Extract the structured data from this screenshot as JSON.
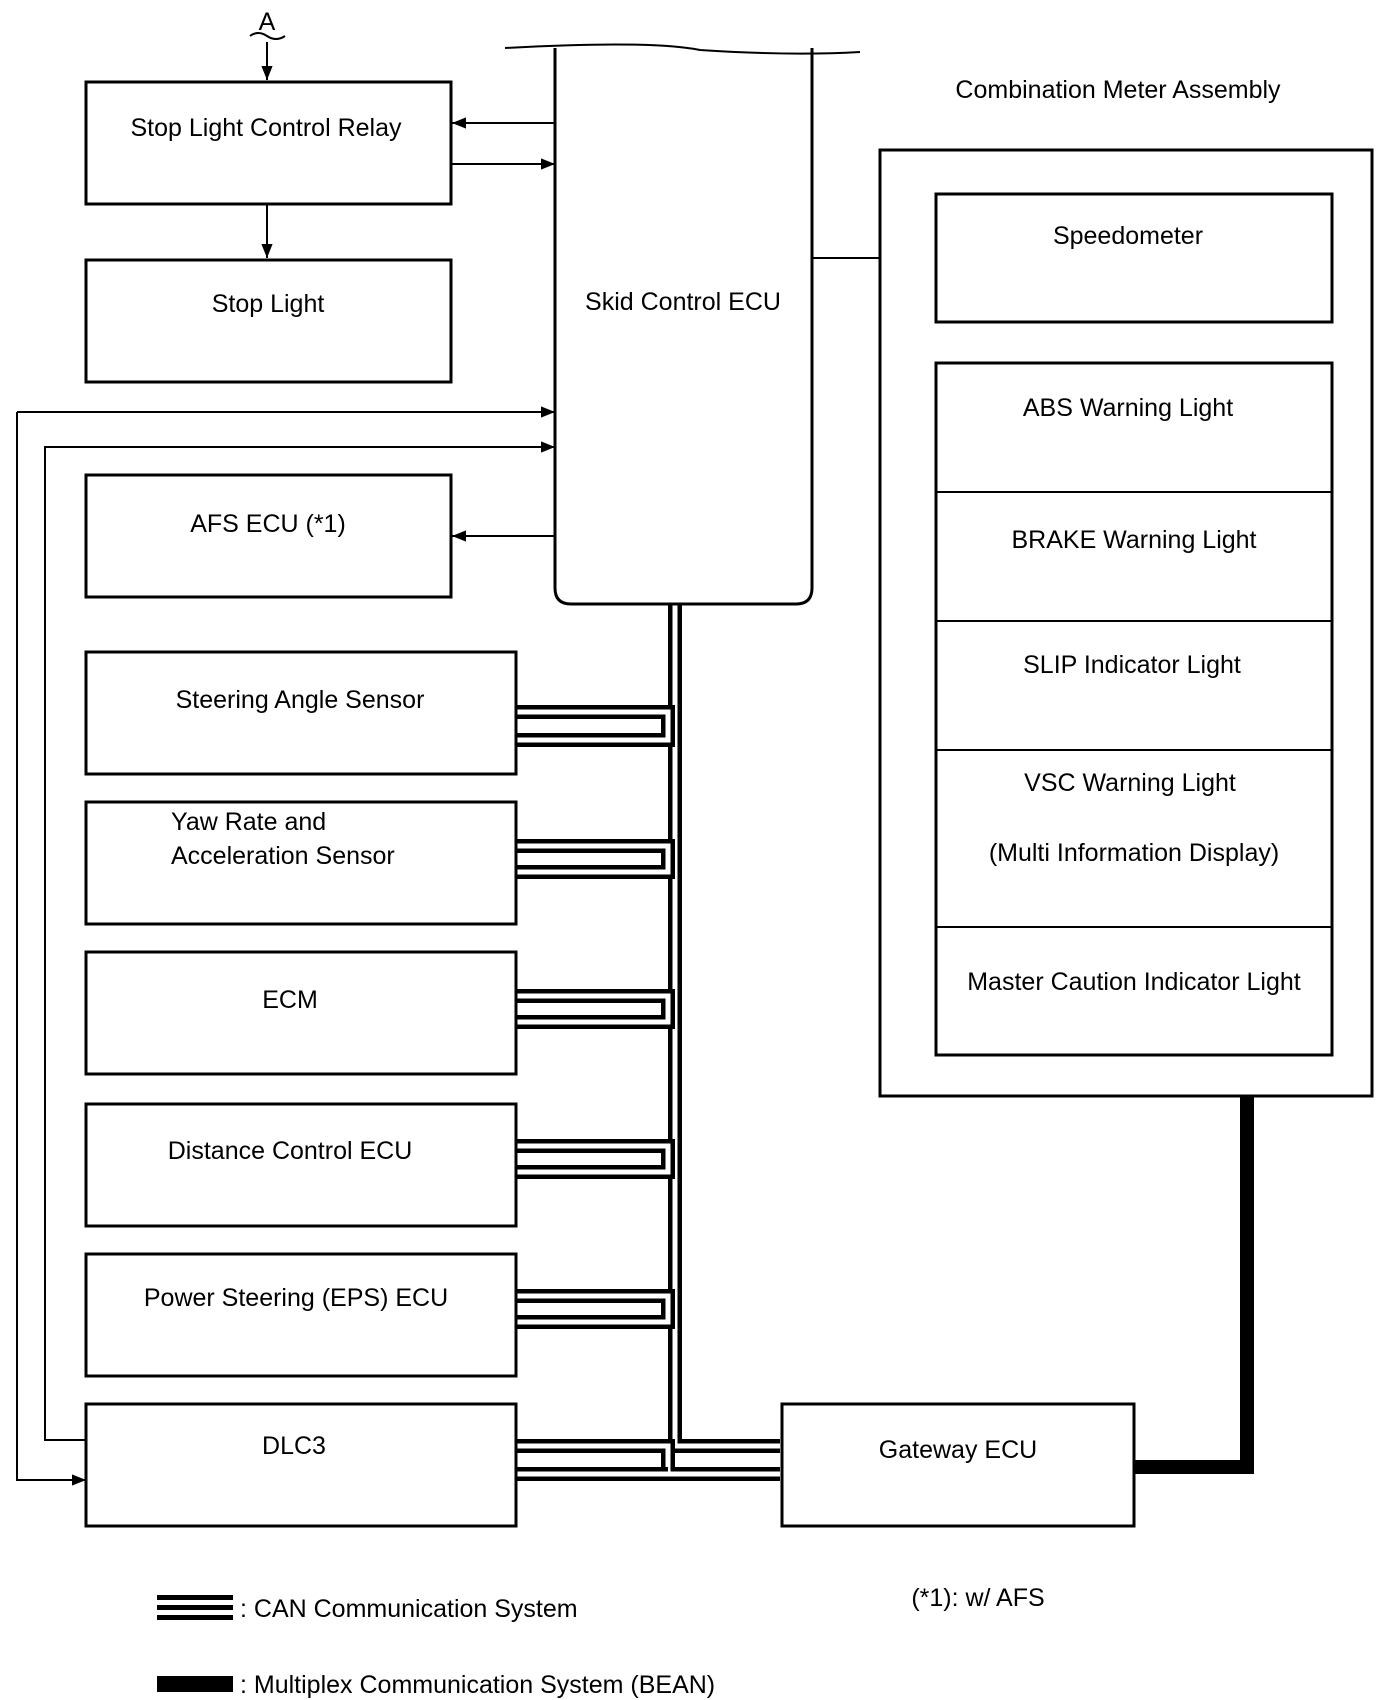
{
  "diagram": {
    "connector_label": "A",
    "combination_meter_title": "Combination Meter Assembly",
    "footnote": "(*1): w/ AFS",
    "boxes": {
      "stop_light_control_relay": "Stop Light Control Relay",
      "stop_light": "Stop Light",
      "afs_ecu": "AFS ECU (*1)",
      "skid_control_ecu": "Skid Control ECU",
      "steering_angle_sensor": "Steering Angle Sensor",
      "yaw_rate_line1": "Yaw Rate and",
      "yaw_rate_line2": "Acceleration Sensor",
      "ecm": "ECM",
      "distance_control_ecu": "Distance Control ECU",
      "power_steering_ecu": "Power Steering (EPS)  ECU",
      "dlc3": "DLC3",
      "gateway_ecu": "Gateway ECU",
      "speedometer": "Speedometer",
      "abs_warning_light": "ABS Warning Light",
      "brake_warning_light": "BRAKE Warning Light",
      "slip_indicator_light": "SLIP Indicator Light",
      "vsc_warning_light": "VSC Warning Light",
      "vsc_subtitle": "(Multi Information Display)",
      "master_caution_indicator_light": "Master Caution Indicator Light"
    },
    "legend": {
      "can_label": ":  CAN Communication System",
      "bean_label": ":  Multiplex Communication System (BEAN)"
    },
    "colors": {
      "line": "#000000",
      "background": "#ffffff"
    }
  }
}
